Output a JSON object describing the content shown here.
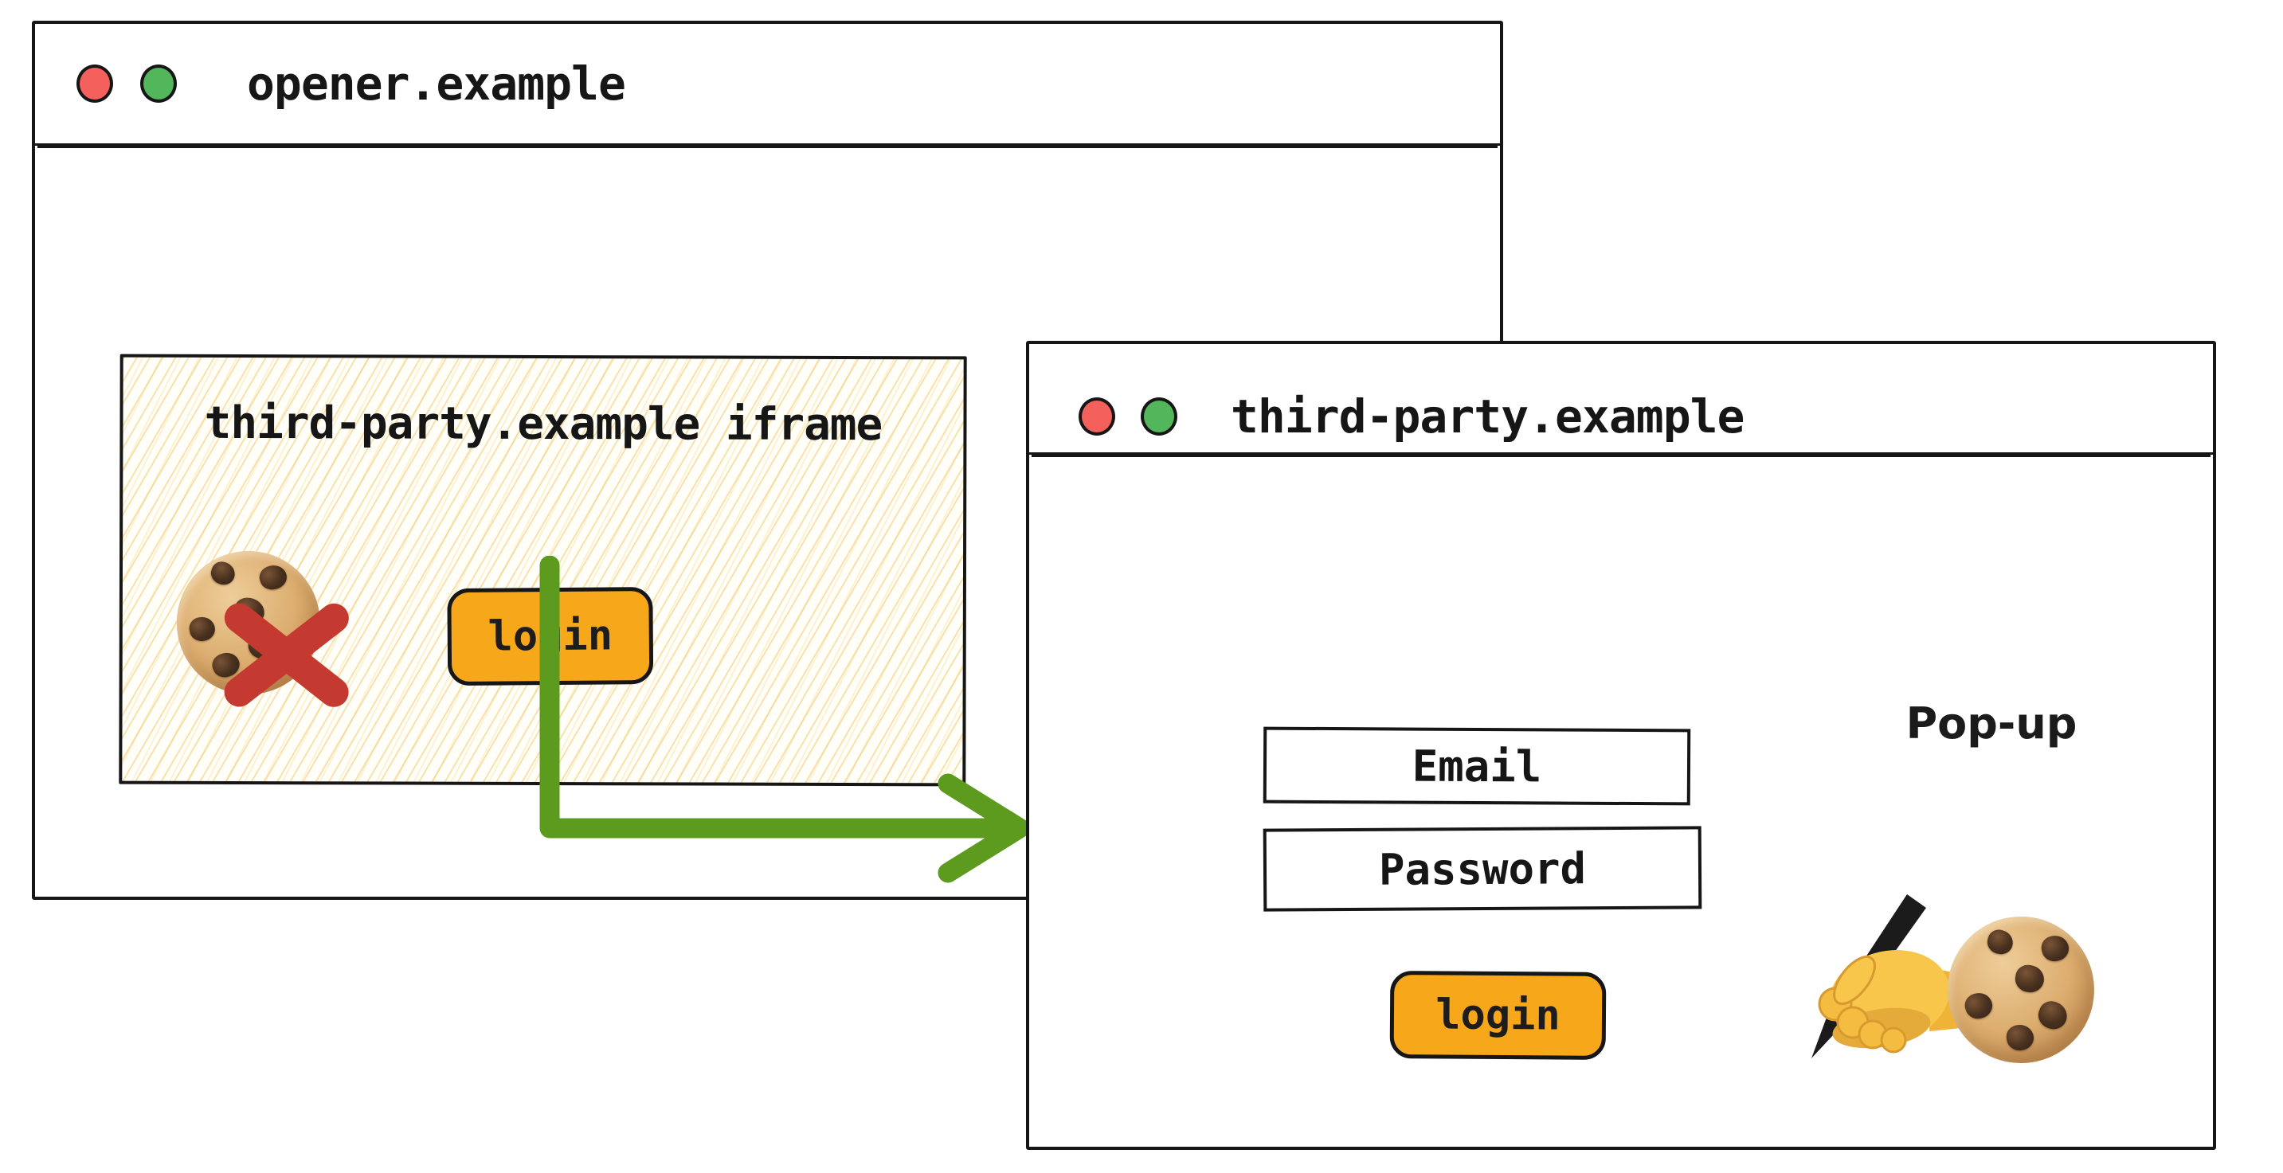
{
  "colors": {
    "ink": "#161616",
    "button_orange": "#f7a71a",
    "arrow_green": "#5d9b1e",
    "cross_red": "#c43a31",
    "traffic_light_red": "#f4605c",
    "traffic_light_green": "#52b65a",
    "hatch_line_yellow": "#f2c461"
  },
  "opener_window": {
    "title": "opener.example",
    "iframe": {
      "label": "third-party.example iframe",
      "login_button": "login",
      "icons": [
        "cookie-icon",
        "cross-mark-icon"
      ]
    }
  },
  "popup_window": {
    "title": "third-party.example",
    "label": "Pop-up",
    "email_field": "Email",
    "password_field": "Password",
    "login_button": "login",
    "icons": [
      "writing-hand-icon",
      "cookie-icon"
    ]
  }
}
